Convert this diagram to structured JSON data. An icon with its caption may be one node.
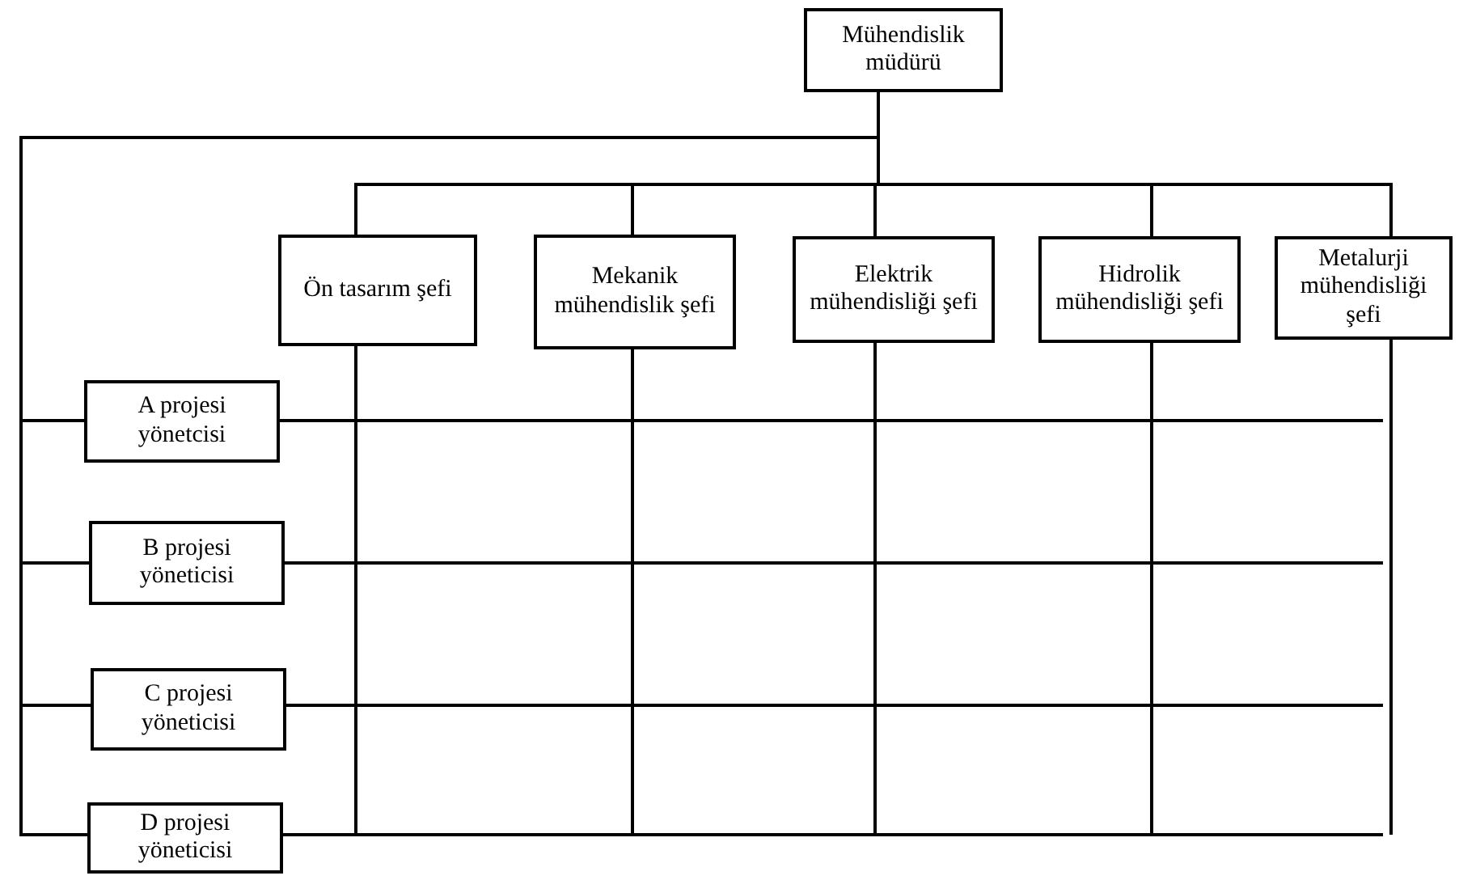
{
  "diagram": {
    "nodes": [
      {
        "text": [
          "Mühendislik müdürü"
        ]
      },
      {
        "text": [
          "Ön tasarım şefi"
        ]
      },
      {
        "text": [
          "Mekanik mühendislik şefi"
        ]
      },
      {
        "text": [
          "Elektrik mühendisliği şefi"
        ]
      },
      {
        "text": [
          "Hidrolik mühendisliği şefi"
        ]
      },
      {
        "text": [
          "Metalurji mühendisliği şefi"
        ]
      },
      {
        "text": [
          "A projesi yönetcisi"
        ]
      },
      {
        "text": [
          "B projesi yöneticisi"
        ]
      },
      {
        "text": [
          "C projesi yöneticisi"
        ]
      },
      {
        "text": [
          "D projesi yöneticisi"
        ]
      }
    ],
    "edges": [
      {
        "from": 0,
        "to": 1,
        "arrow": "none"
      },
      {
        "from": 0,
        "to": 2,
        "arrow": "none"
      },
      {
        "from": 0,
        "to": 3,
        "arrow": "none"
      },
      {
        "from": 0,
        "to": 4,
        "arrow": "none"
      },
      {
        "from": 0,
        "to": 5,
        "arrow": "none"
      },
      {
        "from": 0,
        "to": 6,
        "arrow": "none"
      },
      {
        "from": 0,
        "to": 7,
        "arrow": "none"
      },
      {
        "from": 0,
        "to": 8,
        "arrow": "none"
      },
      {
        "from": 0,
        "to": 9,
        "arrow": "none"
      },
      {
        "from": 1,
        "to": null,
        "arrow": "none"
      },
      {
        "from": 2,
        "to": null,
        "arrow": "none"
      },
      {
        "from": 3,
        "to": null,
        "arrow": "none"
      },
      {
        "from": 4,
        "to": null,
        "arrow": "none"
      },
      {
        "from": 5,
        "to": null,
        "arrow": "none"
      },
      {
        "from": 6,
        "to": null,
        "arrow": "none"
      },
      {
        "from": 7,
        "to": null,
        "arrow": "none"
      },
      {
        "from": 8,
        "to": null,
        "arrow": "none"
      },
      {
        "from": 9,
        "to": null,
        "arrow": "none"
      }
    ]
  }
}
